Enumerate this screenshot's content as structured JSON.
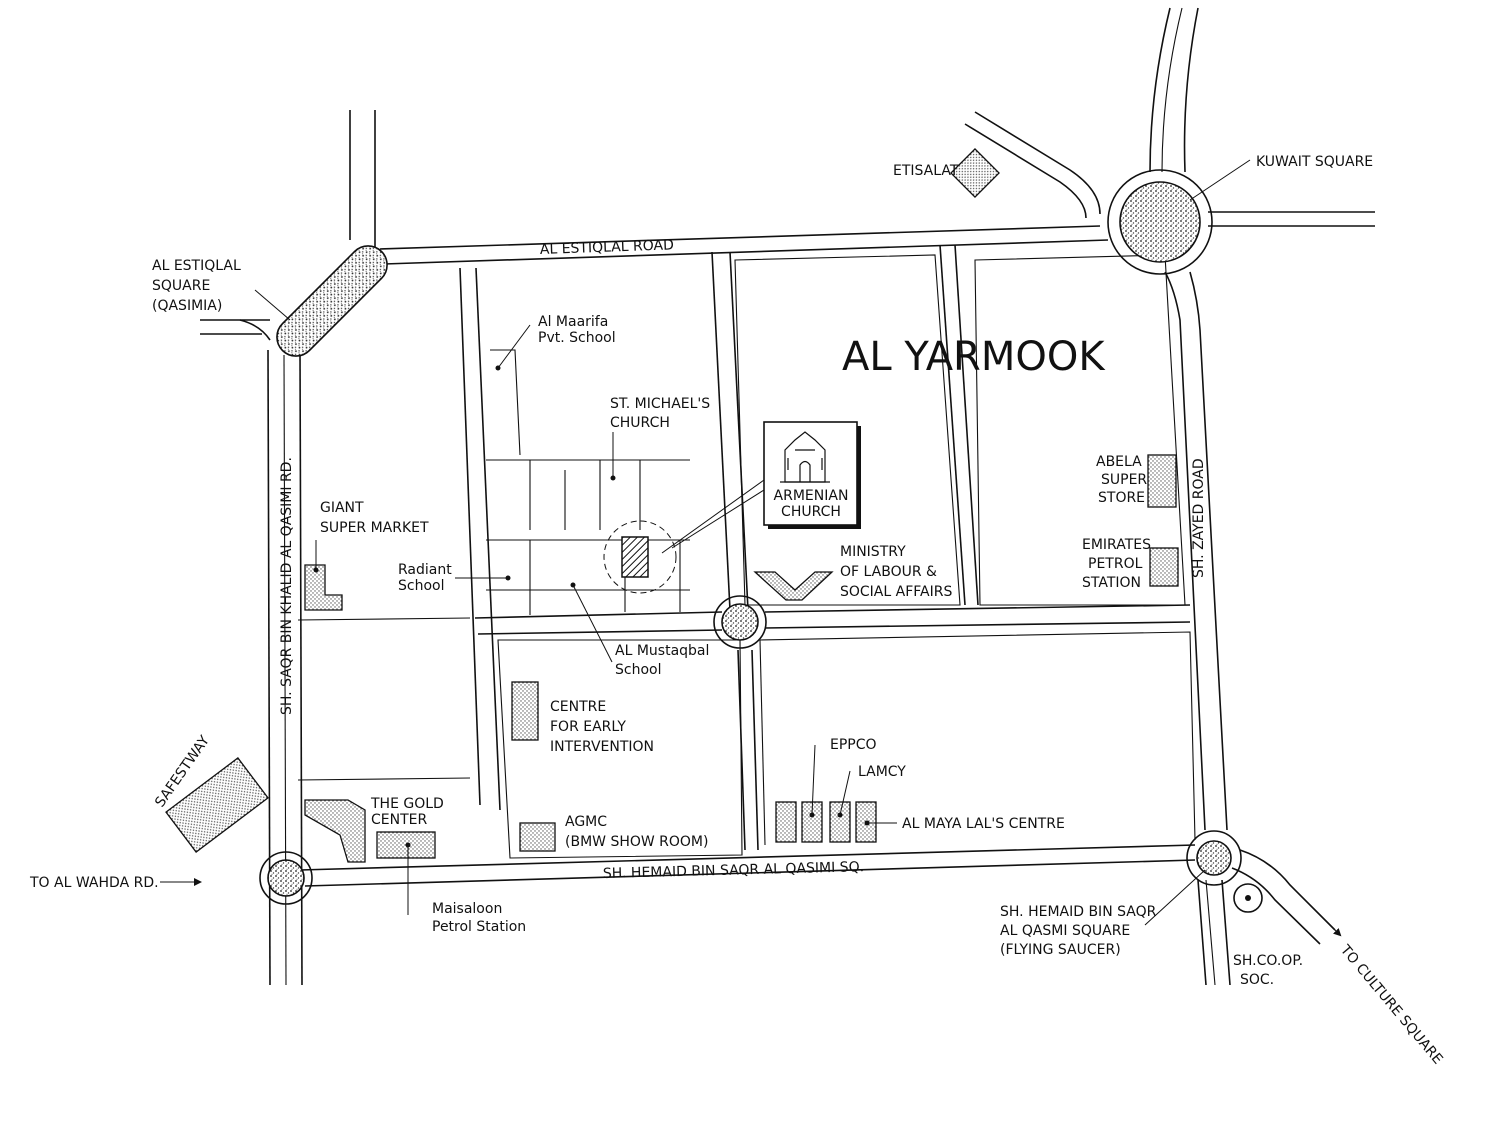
{
  "title": "AL YARMOOK",
  "roads": {
    "estiqlal": "AL ESTIQLAL ROAD",
    "zayed": "SH. ZAYED ROAD",
    "khalid": "SH. SAQR BIN KHALID AL QASIMI RD.",
    "hemaid": "SH. HEMAID BIN SAQR AL QASIMI SQ.",
    "to_wahda": "TO AL WAHDA RD.",
    "to_culture": "TO CULTURE SQUARE"
  },
  "squares": {
    "kuwait": "KUWAIT SQUARE",
    "estiqlal": [
      "AL ESTIQLAL",
      "SQUARE",
      "(QASIMIA)"
    ],
    "flying": [
      "SH. HEMAID BIN SAQR",
      "AL QASMI SQUARE",
      "(FLYING SAUCER)"
    ]
  },
  "places": {
    "etisalat": "ETISALAT",
    "maarifa": [
      "Al Maarifa",
      "Pvt. School"
    ],
    "michael": [
      "ST. MICHAEL'S",
      "CHURCH"
    ],
    "armenian": [
      "ARMENIAN",
      "CHURCH"
    ],
    "giant": [
      "GIANT",
      "SUPER MARKET"
    ],
    "radiant": [
      "Radiant",
      "School"
    ],
    "ministry": [
      "MINISTRY",
      "OF LABOUR &",
      "SOCIAL AFFAIRS"
    ],
    "abela": [
      "ABELA",
      "SUPER",
      "STORE"
    ],
    "emirates": [
      "EMIRATES",
      "PETROL",
      "STATION"
    ],
    "mustaqbal": [
      "AL Mustaqbal",
      "School"
    ],
    "centre": [
      "CENTRE",
      "FOR EARLY",
      "INTERVENTION"
    ],
    "eppco": "EPPCO",
    "lamcy": "LAMCY",
    "maya": "AL MAYA LAL'S CENTRE",
    "safestway": "SAFESTWAY",
    "gold": [
      "THE GOLD",
      "CENTER"
    ],
    "agmc": [
      "AGMC",
      "(BMW SHOW ROOM)"
    ],
    "maisaloon": [
      "Maisaloon",
      "Petrol Station"
    ],
    "coop": [
      "SH.CO.OP.",
      "SOC."
    ]
  },
  "icons": {
    "church": "church-icon",
    "arrow": "arrow-icon"
  }
}
